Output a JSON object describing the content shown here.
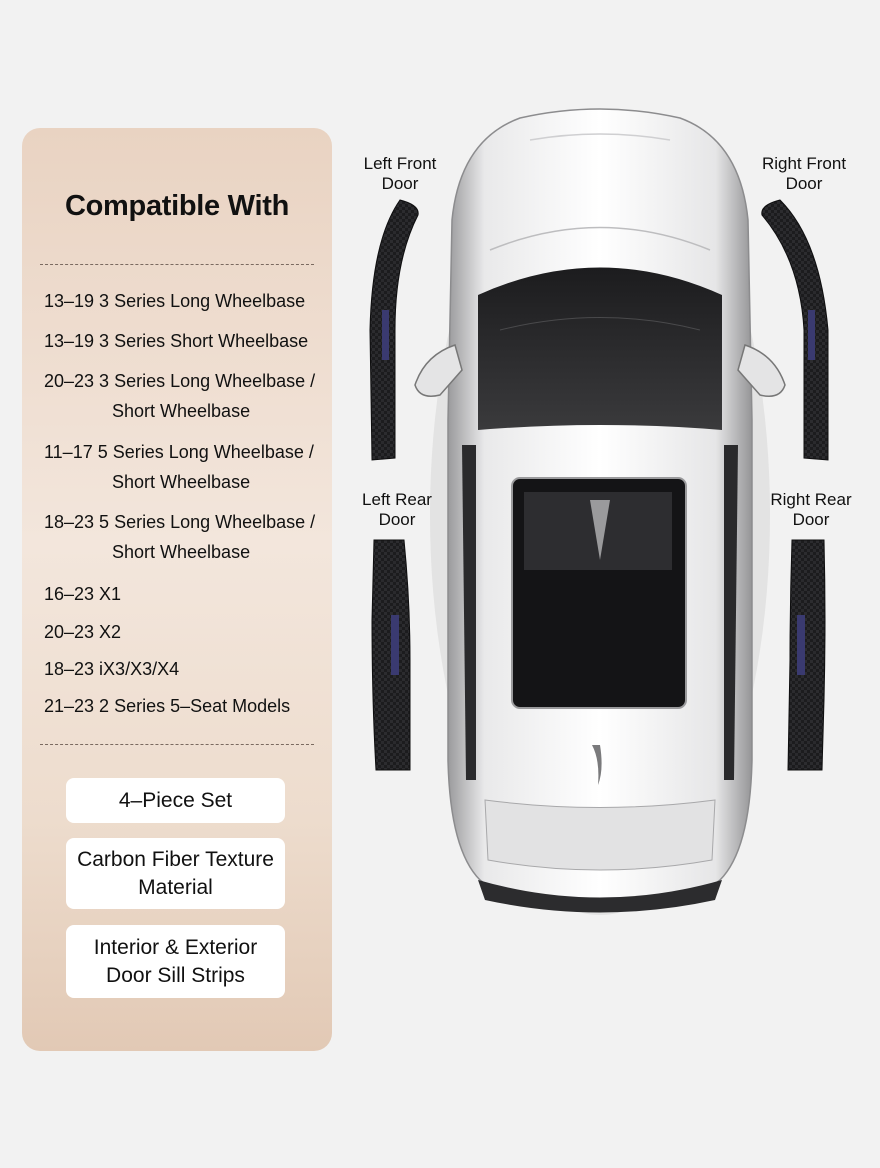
{
  "panel": {
    "title": "Compatible With",
    "items": [
      {
        "line1": "13–19 3 Series Long Wheelbase",
        "line2": ""
      },
      {
        "line1": "13–19 3 Series Short Wheelbase",
        "line2": ""
      },
      {
        "line1": "20–23 3 Series Long Wheelbase /",
        "line2": "Short Wheelbase"
      },
      {
        "line1": "11–17 5 Series Long Wheelbase /",
        "line2": "Short Wheelbase"
      },
      {
        "line1": "18–23 5 Series Long Wheelbase /",
        "line2": "Short Wheelbase"
      },
      {
        "line1": "16–23 X1",
        "line2": ""
      },
      {
        "line1": "20–23 X2",
        "line2": ""
      },
      {
        "line1": "18–23 iX3/X3/X4",
        "line2": ""
      },
      {
        "line1": "21–23 2 Series 5–Seat Models",
        "line2": ""
      }
    ],
    "features": [
      {
        "line1": "4–Piece Set",
        "line2": ""
      },
      {
        "line1": "Carbon Fiber Texture",
        "line2": "Material"
      },
      {
        "line1": "Interior & Exterior",
        "line2": "Door Sill Strips"
      }
    ]
  },
  "labels": {
    "left_front": {
      "line1": "Left Front",
      "line2": "Door"
    },
    "right_front": {
      "line1": "Right Front",
      "line2": "Door"
    },
    "left_rear": {
      "line1": "Left Rear",
      "line2": "Door"
    },
    "right_rear": {
      "line1": "Right Rear",
      "line2": "Door"
    }
  },
  "colors": {
    "panel_top": "#e9d3c2",
    "panel_bottom": "#e2c9b5",
    "background": "#f2f2f2",
    "carbon": "#1c1c1e"
  }
}
